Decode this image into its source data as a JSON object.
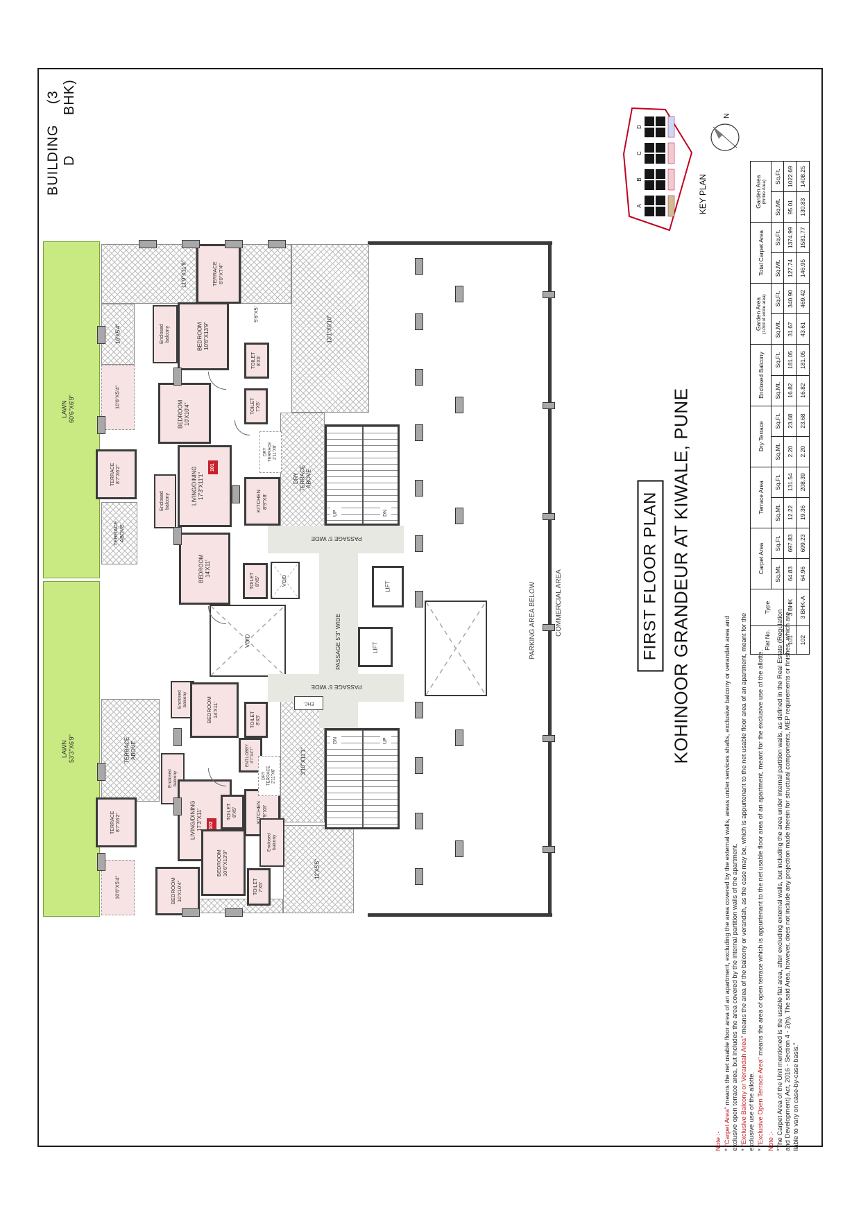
{
  "sheet": {
    "building_title_line1": "BUILDING D",
    "building_title_line2": "(3 BHK)"
  },
  "key_plan": {
    "title": "KEY PLAN",
    "north_label": "N",
    "buildings": [
      {
        "id": "A",
        "strip_color": "#cdc08e"
      },
      {
        "id": "B",
        "strip_color": "#f2cccc"
      },
      {
        "id": "C",
        "strip_color": "#f2cccc"
      },
      {
        "id": "D",
        "strip_color": "#ccd9f2"
      }
    ],
    "outline_color": "#c00020"
  },
  "titles": {
    "plan_title": "FIRST FLOOR PLAN",
    "project_title": "KOHINOOR GRANDEUR AT KIWALE, PUNE"
  },
  "area_table": {
    "headers": {
      "flat_no": "Flat No.",
      "type": "Type",
      "carpet": "Carpet Area",
      "terrace": "Terrace Area",
      "dry_terrace": "Dry Terrace",
      "enclosed_balcony": "Enclosed Balcony",
      "garden_third": "Garden Area",
      "garden_third_sub": "(1/3rd of entire area)",
      "total_carpet": "Total Carpet Area",
      "garden_entire": "Garden Area",
      "garden_entire_sub": "(Entire Area)",
      "sqmt": "Sq.Mt.",
      "sqft": "Sq.Ft."
    },
    "rows": [
      {
        "flat_no": "101",
        "type": "3 BHK",
        "values": [
          "64.83",
          "697.83",
          "12.22",
          "131.54",
          "2.20",
          "23.68",
          "16.82",
          "181.05",
          "31.67",
          "340.90",
          "127.74",
          "1374.99",
          "95.01",
          "1022.69"
        ]
      },
      {
        "flat_no": "102",
        "type": "3 BHK-A",
        "values": [
          "64.96",
          "699.23",
          "19.36",
          "208.39",
          "2.20",
          "23.68",
          "16.82",
          "181.05",
          "43.61",
          "469.42",
          "146.95",
          "1581.77",
          "130.83",
          "1408.25"
        ]
      }
    ]
  },
  "notes": {
    "block1_heading": "Note :-",
    "item1_term": "\"Carpet Area\"",
    "item1_rest": " means the net usable floor area of an apartment, excluding the area covered by the external walls, areas under services shafts, exclusive balcony or verandah area and exclusive open terrace area, but includes the area covered by the internal partition walls of the apartment.",
    "item2_term": "\"Exclusive Balcony or Verandah Area\"",
    "item2_rest": " means the area of the balcony or verandah, as the case may be, which is appurtenant to the net usable floor area of an apartment, meant for the exclusive use of the allotte.",
    "item3_term": "\"Exclusive Open Terrace Area\"",
    "item3_rest": " means the area of open terrace which is appurtenant to the net usable floor area of an apartment, meant for the exclusive use of the allotte.",
    "block2_heading": "Note :-",
    "block2_text": "\"The Carpet Area of the Unit mentioned is the usable flat area, after excluding external walls, but including the area under internal partition walls, as defined in the Real Estate (Regulation and Development) Act, 2016 - Section 4 - 2(h). The said Area, however, does not include any projection made therein for structural components, MEP requirements or finishes, which are liable to vary on case-by-case basis.\""
  },
  "plan": {
    "labels": {
      "lawn_top": "LAWN\n60'6\"X6'9\"",
      "lawn_bottom": "LAWN\n53'3\"X6'9\"",
      "dim_top_hatch": "11'9\"X11'9\"",
      "terrace_top": "TERRACE\n6'0\"X7'4\"",
      "dim_center_hatch": "13'1\"X9'10\"",
      "dim_left_hatch": "16'X5'4\"",
      "dim_small_1": "5'6\"X5'",
      "enc_balcony_1": "Enclosed\nbalcony",
      "bedroom_1": "BEDROOM\n10'6\"X13'9\"",
      "toilet_1": "TOILET\n8'X5'",
      "bedroom_2": "BEDROOM\n10'X10'4\"",
      "toilet_2": "TOILET\n7'X5'",
      "strip_1": "10'6\"X5'4\"",
      "terrace_mid_1": "TERRACE\n8'7\"X6'2\"",
      "living_1": "LIVING/DINING\n17'3\"X11'1\"",
      "flat_badge_1": "101",
      "kitchen_1": "KITCHEN\n8'9\"X8'",
      "dry_terrace_1": "DRY\nTERRACE\n2'11\"X8'",
      "dry_terrace_above": "DRY\nTERRACE\nABOVE",
      "terrace_above_1": "TERRACE\nABOVE",
      "enc_balcony_2": "Enclosed\nbalcony",
      "bedroom_3": "BEDROOM\n14'X11'",
      "toilet_3": "TOILET\n8'X5'",
      "void_1": "VOID",
      "void_2": "VOID",
      "up_1": "UP",
      "dn_1": "DN",
      "up_2": "UP",
      "dn_2": "DN",
      "passage_top": "PASSAGE 5' WIDE",
      "passage_mid": "PASSAGE 5'3\" WIDE",
      "passage_bottom": "PASSAGE 5' WIDE",
      "lift_1": "LIFT",
      "lift_2": "LIFT",
      "ehc": "EHC.",
      "ent_lobby": "ENT.LOBBY\n4'7\"X4'7\"",
      "terrace_above_2": "TERRACE\nABOVE",
      "enc_balcony_3": "Enclosed\nbalcony",
      "bedroom_4": "BEDROOM\n14'X11'",
      "toilet_4": "TOILET\n8'X5'",
      "enc_balcony_4": "Enclosed\nbalcony",
      "living_2": "LIVING/DINING\n17'3\"X11'",
      "flat_badge_2": "102",
      "kitchen_2": "KITCHEN\n8'9\"X8'",
      "dry_terrace_2": "DRY\nTERRACE\n2'11\"X8'",
      "dim_lower_hatch": "3'10\"X11'1\"",
      "terrace_mid_2": "TERRACE\n8'7\"X6'2\"",
      "strip_2": "10'6\"X5'4\"",
      "bedroom_5": "BEDROOM\n10'X10'4\"",
      "toilet_5": "TOILET\n7'X5'",
      "toilet_6": "TOILET\n8'X5'",
      "bedroom_6": "BEDROOM\n10'6\"X13'9\"",
      "enc_balcony_5": "Enclosed\nbalcony",
      "dim_bottom_hatch": "12'X5'5\"",
      "parking": "PARKING AREA BELOW",
      "commercial": "COMMERCIAL AREA"
    }
  }
}
